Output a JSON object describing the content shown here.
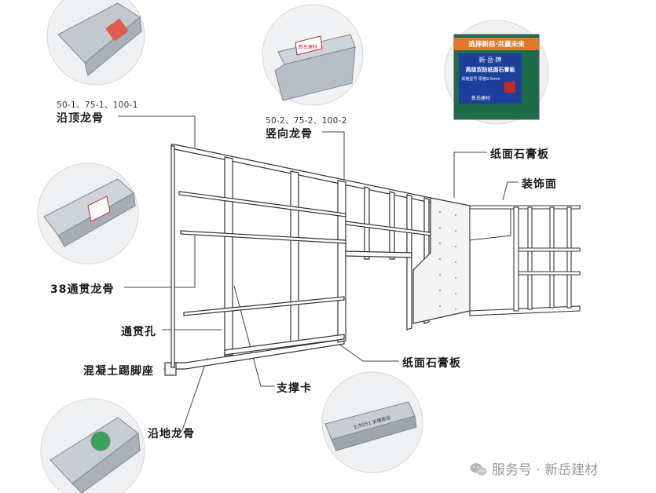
{
  "labels": {
    "top_track_specs": "50-1、75-1、100-1",
    "top_track": "沿顶龙骨",
    "stud_specs": "50-2、75-2、100-2",
    "stud": "竖向龙骨",
    "board_top": "纸面石膏板",
    "decor_face": "装饰面",
    "through_stud_38": "38通贯龙骨",
    "through_hole": "通贯孔",
    "concrete_base": "混凝土踢脚座",
    "board_mid": "纸面石膏板",
    "brace_clip": "支撑卡",
    "floor_track": "沿地龙骨"
  },
  "package": {
    "slogan": "选择新岳·共赢未来",
    "brand": "新·岳·牌",
    "product": "高级双防纸面石膏板",
    "spec": "规格型号 厚度9.5mm",
    "footer": "新岳建材"
  },
  "product_prints": {
    "brand_mark": "新岳建材",
    "bracket_print": "士杰051 安徽新岳"
  },
  "watermark": {
    "text": "服务号 · 新岳建材"
  },
  "colors": {
    "line": "#333333",
    "steel": "#c9ced4",
    "package_green": "#1e6b4a",
    "package_blue": "#1d3f9c",
    "package_orange": "#e07a2b",
    "label_red": "#c62828"
  }
}
